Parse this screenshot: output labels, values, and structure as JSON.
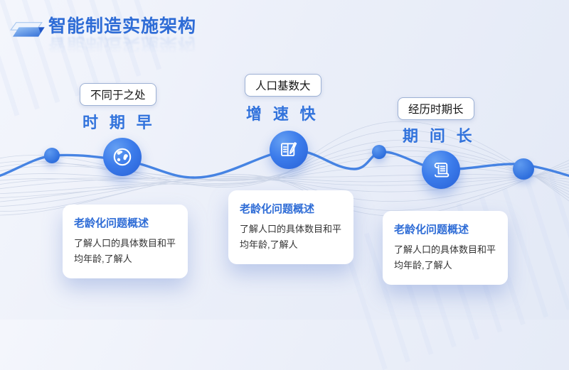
{
  "slide": {
    "title": "智能制造实施架构",
    "accent_color": "#2e6cd6",
    "node_color": "#3c7ceb",
    "line_color": "#3d7de2",
    "background_color": "#ebeff9",
    "title_icon": "layered-parallelogram-icon"
  },
  "milestones": [
    {
      "tag": "不同于之处",
      "headline": "时期早",
      "icon": "globe-icon"
    },
    {
      "tag": "人口基数大",
      "headline": "增速快",
      "icon": "book-pen-icon"
    },
    {
      "tag": "经历时期长",
      "headline": "期间长",
      "icon": "scroll-icon"
    }
  ],
  "cards": [
    {
      "title": "老龄化问题概述",
      "body": "了解人口的具体数目和平均年龄,了解人"
    },
    {
      "title": "老龄化问题概述",
      "body": "了解人口的具体数目和平均年龄,了解人"
    },
    {
      "title": "老龄化问题概述",
      "body": "了解人口的具体数目和平均年龄,了解人"
    }
  ]
}
